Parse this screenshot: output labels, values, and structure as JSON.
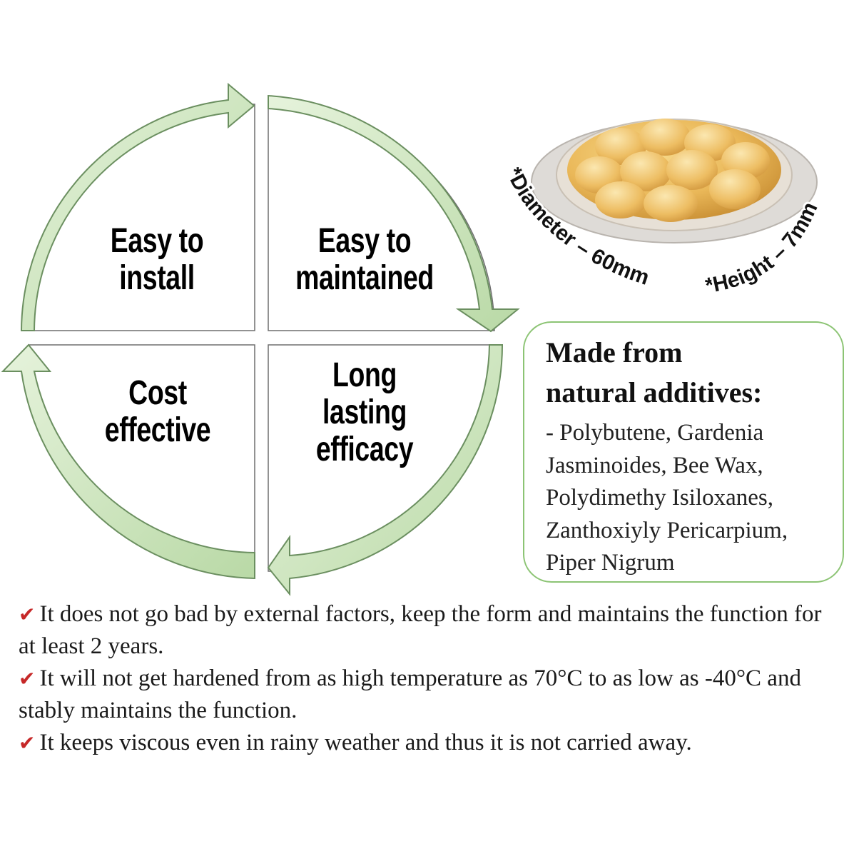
{
  "diagram": {
    "quadrants": [
      {
        "id": "top-left",
        "lines": [
          "Easy to",
          "install"
        ]
      },
      {
        "id": "top-right",
        "lines": [
          "Easy to",
          "maintained"
        ]
      },
      {
        "id": "bottom-right",
        "lines": [
          "Long",
          "lasting",
          "efficacy"
        ]
      },
      {
        "id": "bottom-left",
        "lines": [
          "Cost",
          "effective"
        ]
      }
    ],
    "arrow_color": "#cfe7c0",
    "arrow_stroke": "#6b8f60"
  },
  "product": {
    "diameter_label": "*Diameter – 60mm",
    "height_label": "*Height – 7mm"
  },
  "materials": {
    "title_line1": "Made from",
    "title_line2": "natural additives:",
    "body": "- Polybutene, Gardenia Jasminoides, Bee Wax, Polydimethy Isiloxanes, Zanthoxiyly Pericarpium, Piper Nigrum",
    "border_color": "#8cc474"
  },
  "features": [
    {
      "check": "✔",
      "text": "It does not go bad by external factors, keep the form and maintains the function for at least 2 years."
    },
    {
      "check": "✔",
      "text": "It will not get hardened from as high temperature as 70°C to as low as -40°C and stably maintains the function."
    },
    {
      "check": "✔",
      "text": "It keeps viscous even in rainy weather and thus it is not carried away."
    }
  ]
}
